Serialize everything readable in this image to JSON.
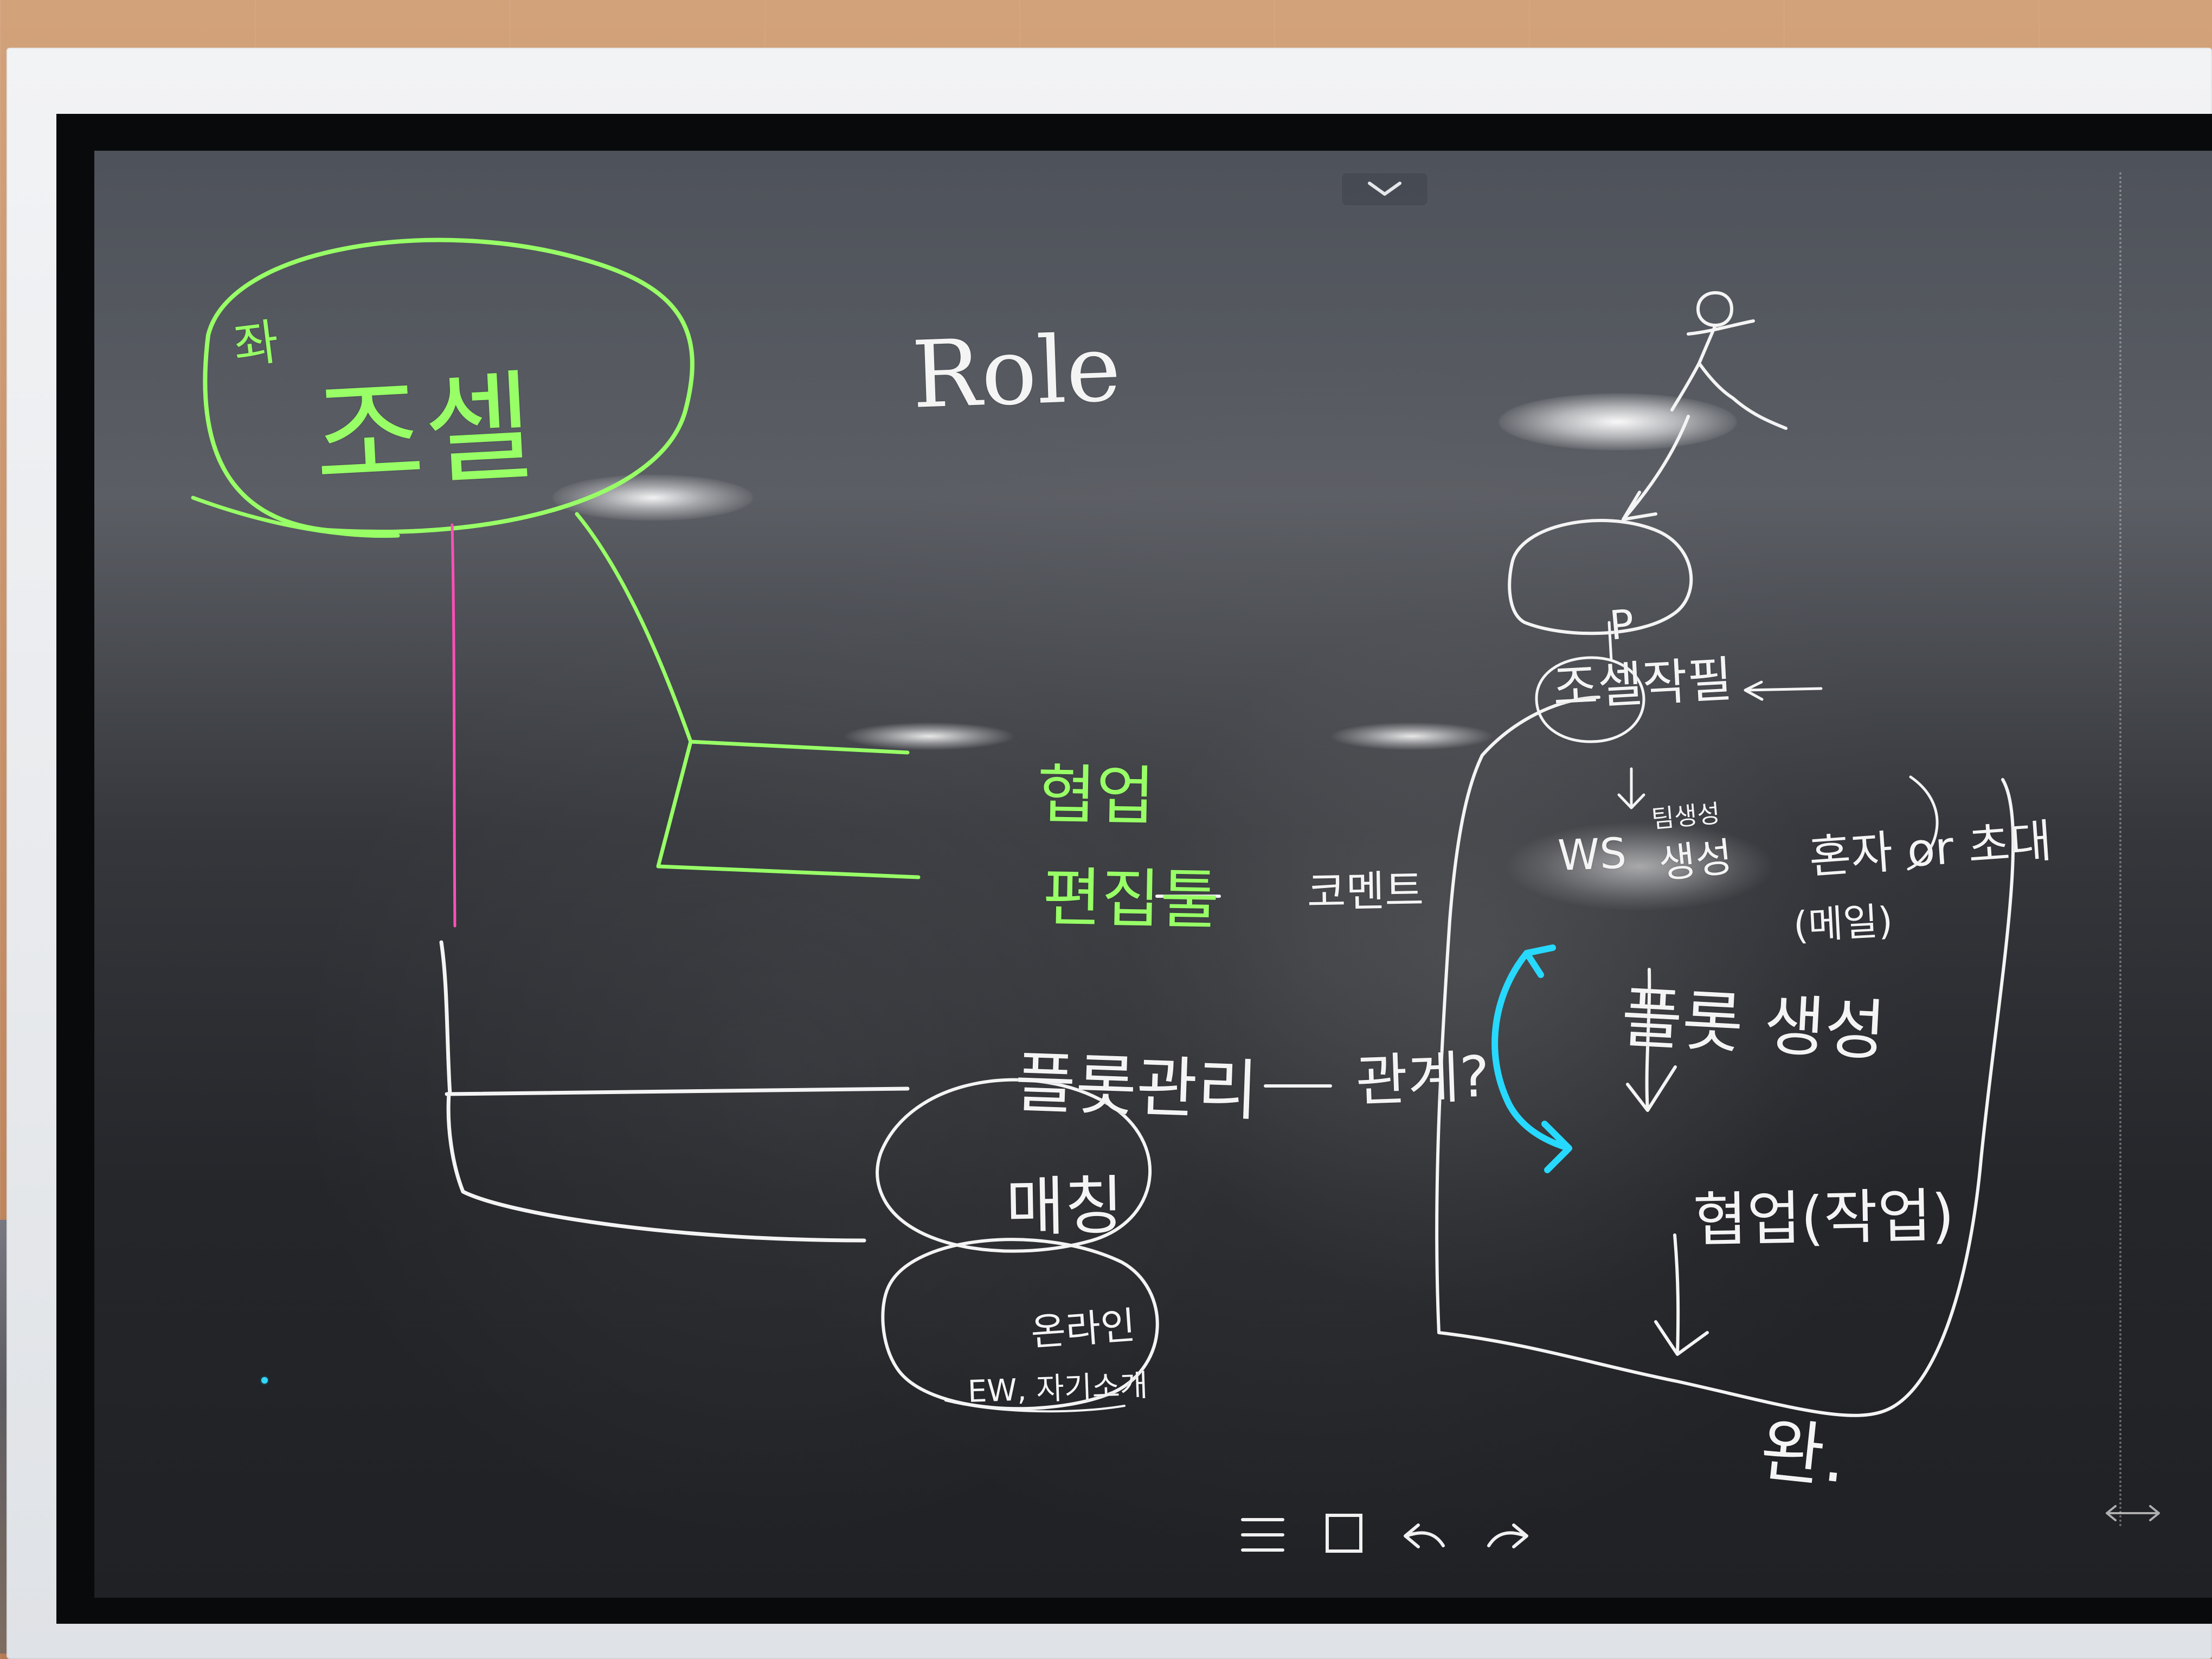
{
  "board": {
    "title": "Role",
    "marker_left": "좌",
    "main_left": "조셀",
    "left_items": {
      "collab": "협업",
      "editing": "편집툴",
      "comment": "코멘트",
      "flow": "플롯관리",
      "management": "관계?",
      "matching": "매칭"
    },
    "matching_note": {
      "line1": "온라인",
      "line2": "EW, 자기소개"
    },
    "right_flow": {
      "start_label": "P",
      "capture": "조셀작필",
      "ws": "WS",
      "team_label": "팀생성",
      "team_create": "생성",
      "alone_or_invite": "혼자 or 초대",
      "invite_note": "(메일)",
      "plot_create": "플롯 생성",
      "collab_work": "협업(작업)",
      "done": "완."
    }
  },
  "controls": {
    "top_toggle_icon": "chevron-down-icon",
    "menu_icon": "menu-icon",
    "page_icon": "page-icon",
    "undo_icon": "undo-icon",
    "redo_icon": "redo-icon",
    "resize_icon": "horizontal-resize-icon"
  },
  "colors": {
    "green_ink": "#98ff67",
    "white_ink": "#f4f4f4",
    "pink_ink": "#ff4fb7",
    "cyan_ink": "#27d9ff",
    "screen_dark": "#24262a",
    "frame": "#eceef1"
  }
}
